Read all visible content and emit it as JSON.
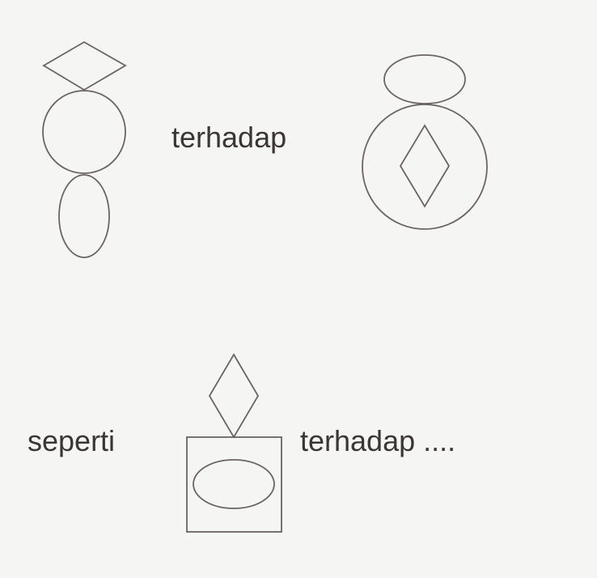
{
  "labels": {
    "relation_top": "terhadap",
    "analogy_word": "seperti",
    "relation_bottom": "terhadap ...."
  },
  "colors": {
    "background": "#f5f5f3",
    "stroke": "#6a6562",
    "text": "#3a3634"
  }
}
